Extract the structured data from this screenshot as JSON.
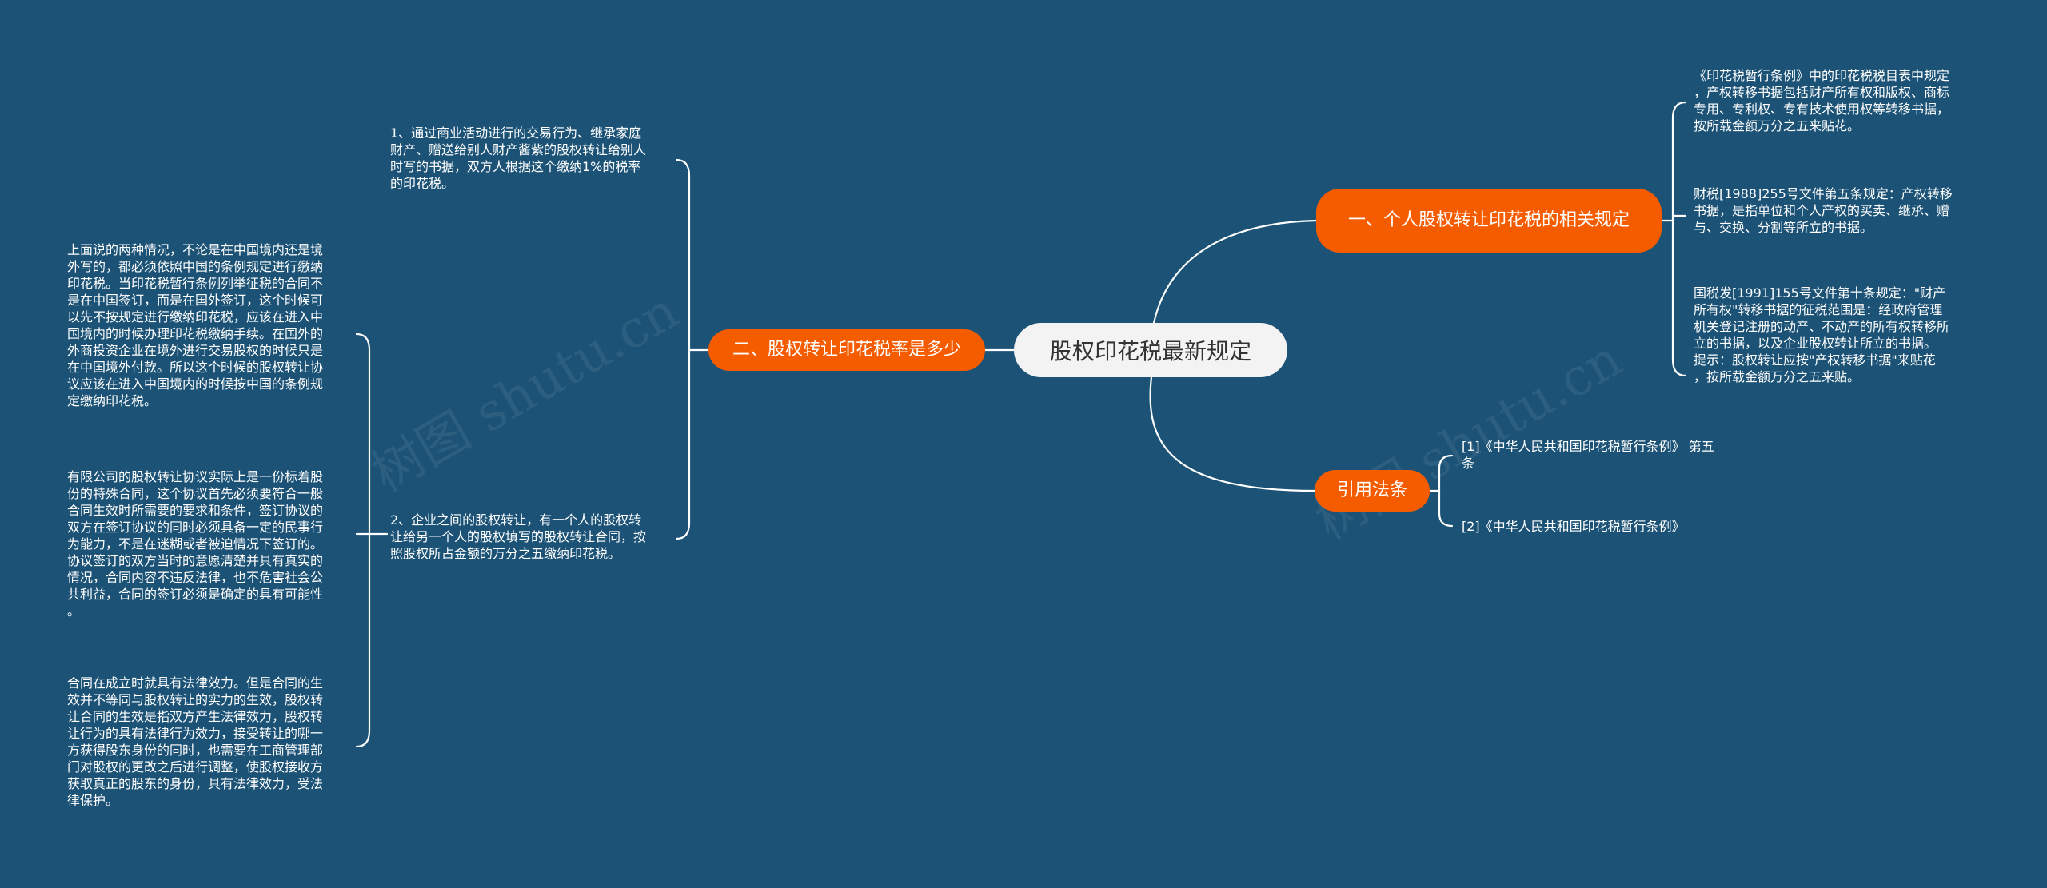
{
  "root": {
    "label": "股权印花税最新规定"
  },
  "branches": {
    "b1": {
      "label": "一、个人股权转让印花税的相关规定"
    },
    "b2": {
      "label": "二、股权转让印花税率是多少"
    },
    "b3": {
      "label": "引用法条"
    }
  },
  "leaves": {
    "r1": "《印花税暂行条例》中的印花税税目表中规定\n，产权转移书据包括财产所有权和版权、商标\n专用、专利权、专有技术使用权等转移书据，\n按所载金额万分之五来贴花。",
    "r2": "财税[1988]255号文件第五条规定：产权转移\n书据，是指单位和个人产权的买卖、继承、赠\n与、交换、分割等所立的书据。",
    "r3": "国税发[1991]155号文件第十条规定：\"财产\n所有权\"转移书据的征税范围是：经政府管理\n机关登记注册的动产、不动产的所有权转移所\n立的书据，以及企业股权转让所立的书据。\n提示：股权转让应按\"产权转移书据\"来贴花\n，按所载金额万分之五来贴。",
    "c1": "[1]《中华人民共和国印花税暂行条例》 第五\n条",
    "c2": "[2]《中华人民共和国印花税暂行条例》",
    "l1": "1、通过商业活动进行的交易行为、继承家庭\n财产、赠送给别人财产酱紫的股权转让给别人\n时写的书据，双方人根据这个缴纳1%的税率\n的印花税。",
    "l2": "2、企业之间的股权转让，有一个人的股权转\n让给另一个人的股权填写的股权转让合同，按\n照股权所占金额的万分之五缴纳印花税。",
    "ll1": "上面说的两种情况，不论是在中国境内还是境\n外写的，都必须依照中国的条例规定进行缴纳\n印花税。当印花税暂行条例列举征税的合同不\n是在中国签订，而是在国外签订，这个时候可\n以先不按规定进行缴纳印花税，应该在进入中\n国境内的时候办理印花税缴纳手续。在国外的\n外商投资企业在境外进行交易股权的时候只是\n在中国境外付款。所以这个时候的股权转让协\n议应该在进入中国境内的时候按中国的条例规\n定缴纳印花税。",
    "ll2": "有限公司的股权转让协议实际上是一份标着股\n份的特殊合同，这个协议首先必须要符合一般\n合同生效时所需要的要求和条件，签订协议的\n双方在签订协议的同时必须具备一定的民事行\n为能力，不是在迷糊或者被迫情况下签订的。\n协议签订的双方当时的意愿清楚并具有真实的\n情况，合同内容不违反法律，也不危害社会公\n共利益，合同的签订必须是确定的具有可能性\n。",
    "ll3": "合同在成立时就具有法律效力。但是合同的生\n效并不等同与股权转让的实力的生效，股权转\n让合同的生效是指双方产生法律效力，股权转\n让行为的具有法律行为效力，接受转让的哪一\n方获得股东身份的同时，也需要在工商管理部\n门对股权的更改之后进行调整，使股权接收方\n获取真正的股东的身份，具有法律效力，受法\n律保护。"
  },
  "watermarks": [
    "树图 shutu.cn",
    "树图 shutu.cn"
  ],
  "colors": {
    "background": "#1b5276",
    "branch": "#f55c00",
    "root": "#f3f3f3",
    "line": "#ffffff"
  }
}
